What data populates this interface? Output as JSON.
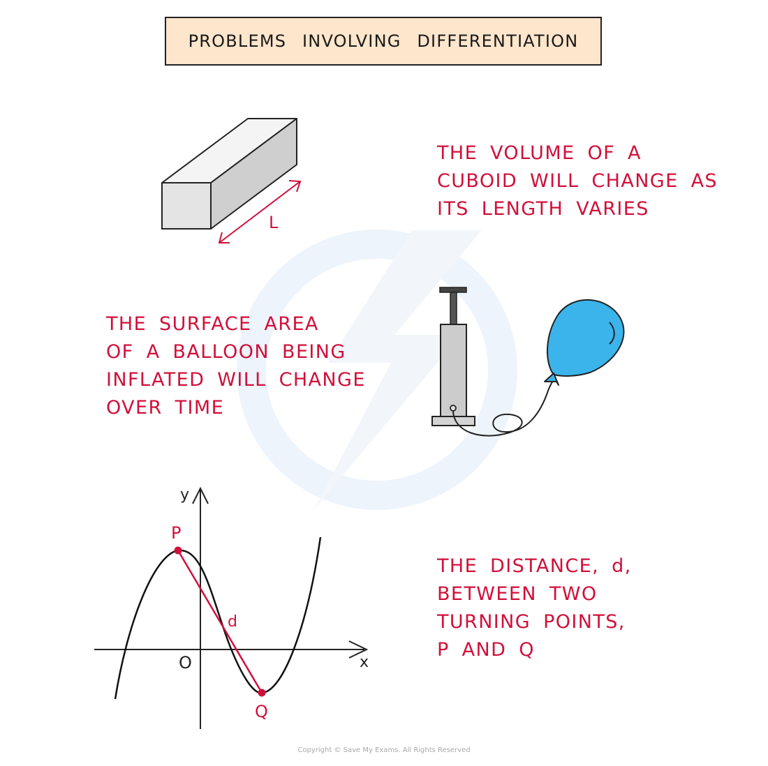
{
  "title": "PROBLEMS INVOLVING DIFFERENTIATION",
  "cuboid": {
    "length_label": "L",
    "caption_lines": [
      "THE VOLUME OF A",
      "CUBOID WILL CHANGE AS",
      "ITS LENGTH VARIES"
    ]
  },
  "balloon": {
    "caption_lines": [
      "THE SURFACE AREA",
      "OF A BALLOON BEING",
      "INFLATED WILL CHANGE",
      "OVER TIME"
    ]
  },
  "graph": {
    "y_axis_label": "y",
    "x_axis_label": "x",
    "origin_label": "O",
    "point_p_label": "P",
    "point_q_label": "Q",
    "distance_label": "d",
    "caption_lines": [
      "THE DISTANCE, d,",
      "BETWEEN TWO",
      "TURNING POINTS,",
      "P AND Q"
    ]
  },
  "copyright": "Copyright © Save My Exams. All Rights Reserved",
  "colors": {
    "accent_red": "#d0103a",
    "title_fill": "#fde6cc",
    "balloon_blue": "#3bb4ec",
    "cuboid_grey": "#d9d9d9"
  }
}
